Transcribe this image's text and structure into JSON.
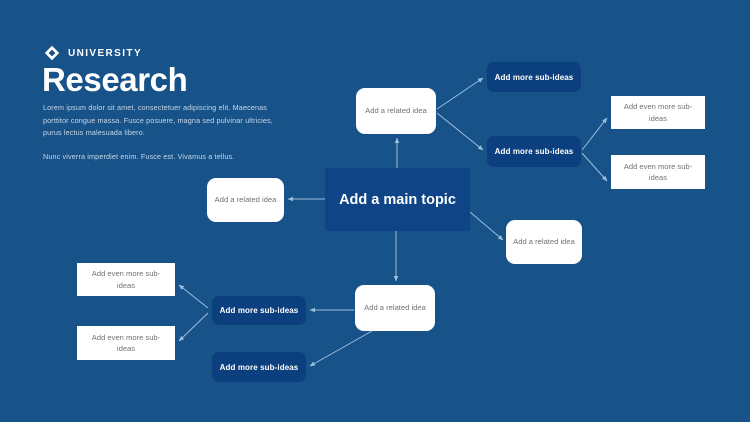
{
  "slide": {
    "background_color": "#175289",
    "node_blue": "#0c3f7d",
    "main_node_blue": "#0f4586",
    "edge_color": "#8fb4d6"
  },
  "brand": {
    "logo_icon": "diamond-logo-icon",
    "name": "UNIVERSITY"
  },
  "title": "Research",
  "body": {
    "paragraph_1": "Lorem ipsum dolor sit amet, consectetuer adipiscing elit. Maecenas porttitor congue massa. Fusce posuere, magna sed pulvinar ultricies, purus lectus malesuada libero.",
    "paragraph_2": "Nunc viverra imperdiet enim. Fusce est. Vivamus a tellus."
  },
  "mindmap": {
    "main_topic": "Add a main topic",
    "nodes": {
      "top_related": "Add a related idea",
      "left_related": "Add a related idea",
      "right_related": "Add a related idea",
      "bottom_related": "Add a related idea",
      "sub_top_right_1": "Add more sub-ideas",
      "sub_top_right_2": "Add more sub-ideas",
      "sub_bottom_left_1": "Add more sub-ideas",
      "sub_bottom_left_2": "Add more sub-ideas",
      "even_right_1": "Add even more sub-ideas",
      "even_right_2": "Add even more sub-ideas",
      "even_left_1": "Add even more sub-ideas",
      "even_left_2": "Add even more sub-ideas"
    }
  }
}
